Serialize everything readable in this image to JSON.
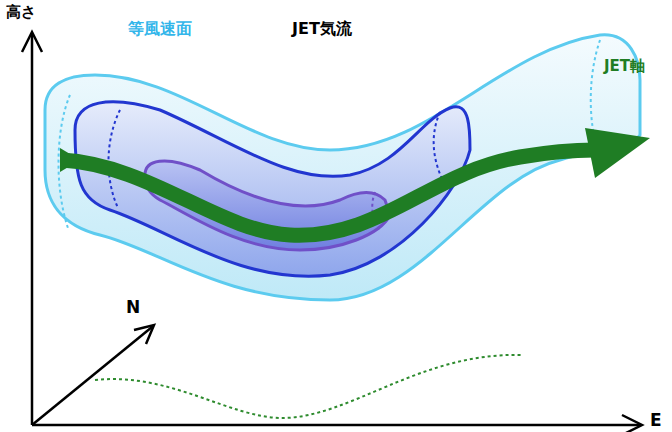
{
  "diagram": {
    "labels": [
      "高さ",
      "等風速面",
      "JET気流",
      "JET軸",
      "N",
      "E"
    ]
  }
}
